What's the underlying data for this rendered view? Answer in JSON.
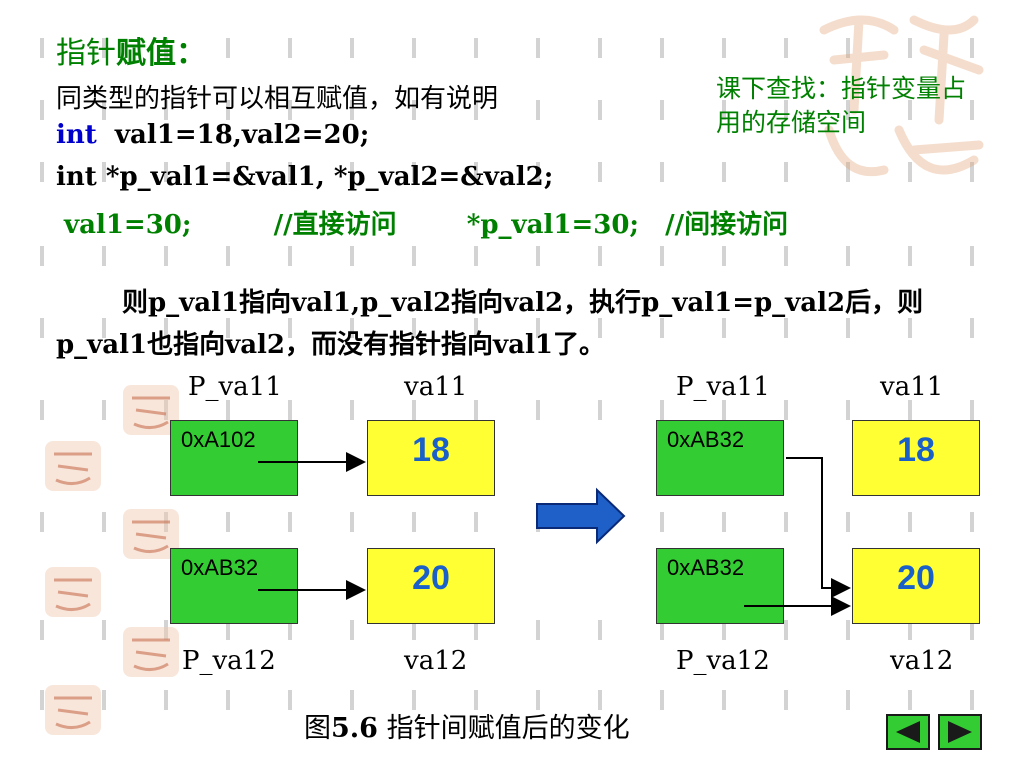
{
  "title": {
    "part1": "指针",
    "part2": "赋值："
  },
  "lines": {
    "intro": "同类型的指针可以相互赋值，如有说明",
    "kw_int1": "int",
    "decl1": "  val1=18,val2=20;",
    "decl2": "int *p_val1=&val1, *p_val2=&val2;",
    "assign_a": "val1=30;",
    "comment_a": "//直接访问",
    "assign_b": "*p_val1=30;",
    "comment_b": "//间接访问"
  },
  "note": "课下查找：指针变量占用的存储空间",
  "paragraph": "则p_val1指向val1,p_val2指向val2，执行p_val1=p_val2后，则p_val1也指向val2，而没有指针指向val1了。",
  "diagram": {
    "left": {
      "top_label_ptr": "P_va11",
      "top_label_val": "va11",
      "ptr1": "0xA102",
      "ptr2": "0xAB32",
      "val1": "18",
      "val2": "20",
      "bottom_label_ptr": "P_va12",
      "bottom_label_val": "va12"
    },
    "right": {
      "top_label_ptr": "P_va11",
      "top_label_val": "va11",
      "ptr1": "0xAB32",
      "ptr2": "0xAB32",
      "val1": "18",
      "val2": "20",
      "bottom_label_ptr": "P_va12",
      "bottom_label_val": "va12"
    }
  },
  "caption": {
    "prefix": "图",
    "number": "5.6",
    "text": " 指针间赋值后的变化"
  },
  "colors": {
    "title": "#008000",
    "keyword": "#0000cc",
    "pointer_box": "#33cc33",
    "value_box": "#ffff33",
    "value_text": "#1a60c8",
    "arrow": "#1f5fc8"
  },
  "nav": {
    "prev_icon": "triangle-left-icon",
    "next_icon": "triangle-right-icon"
  }
}
